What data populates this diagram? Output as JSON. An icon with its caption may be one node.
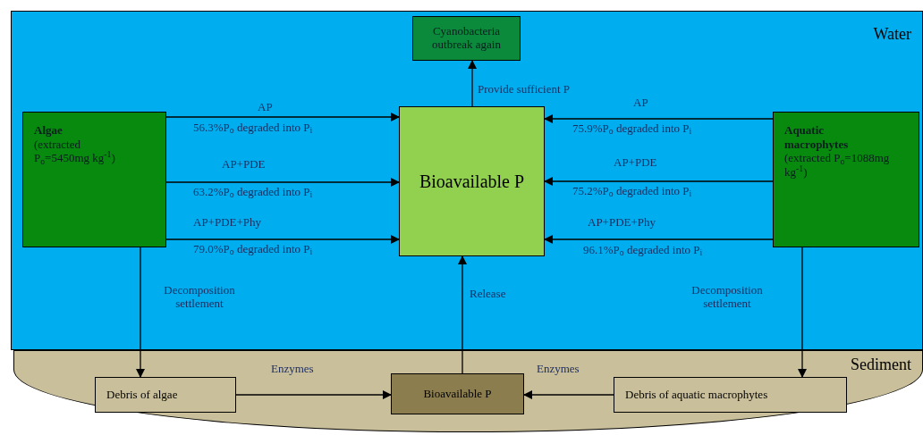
{
  "diagram": {
    "nodes": [
      {
        "text": [
          "Water"
        ]
      },
      {
        "text": [
          "Sediment"
        ]
      },
      {
        "text": [
          "Cyanobacteria outbreak again"
        ],
        "in": 0
      },
      {
        "text": [
          "Algae",
          "(extracted P$_{o}$=5450mg kg$^{-1}$)"
        ],
        "in": 0
      },
      {
        "text": [
          "Bioavailable P"
        ],
        "in": 0
      },
      {
        "text": [
          "Aquatic macrophytes",
          "(extracted P$_{o}$=1088mg kg$^{-1}$)"
        ],
        "in": 0
      },
      {
        "text": [
          "Debris of algae"
        ],
        "in": 1
      },
      {
        "text": [
          "Bioavailable P"
        ],
        "in": 1
      },
      {
        "text": [
          "Debris of aquatic macrophytes"
        ],
        "in": 1
      }
    ],
    "edges": [
      {
        "from": 4,
        "to": 2,
        "arrow": "to",
        "label": "Provide sufficient P"
      },
      {
        "from": 3,
        "to": 4,
        "arrow": "to",
        "label": "AP"
      },
      {
        "from": 3,
        "to": 4,
        "arrow": "to",
        "label": "AP+PDE"
      },
      {
        "from": 3,
        "to": 4,
        "arrow": "to",
        "label": "AP+PDE+Phy"
      },
      {
        "from": 5,
        "to": 4,
        "arrow": "to",
        "label": "AP"
      },
      {
        "from": 5,
        "to": 4,
        "arrow": "to",
        "label": "AP+PDE"
      },
      {
        "from": 5,
        "to": 4,
        "arrow": "to",
        "label": "AP+PDE+Phy"
      },
      {
        "from": 3,
        "to": 6,
        "arrow": "to",
        "label": "Decomposition settlement"
      },
      {
        "from": 5,
        "to": 8,
        "arrow": "to",
        "label": "Decomposition settlement"
      },
      {
        "from": 6,
        "to": 7,
        "arrow": "to",
        "label": "Enzymes"
      },
      {
        "from": 8,
        "to": 7,
        "arrow": "to",
        "label": "Enzymes"
      },
      {
        "from": 7,
        "to": 4,
        "arrow": "to",
        "label": "Release"
      }
    ],
    "labels": [
      "56.3%P$_{o}$ degraded into P$_{i}$",
      "63.2%P$_{o}$ degraded into P$_{i}$",
      "79.0%P$_{o}$ degraded into P$_{i}$",
      "75.9%P$_{o}$ degraded into P$_{i}$",
      "75.2%P$_{o}$ degraded into P$_{i}$",
      "96.1%P$_{o}$ degraded into P$_{i}$"
    ]
  }
}
